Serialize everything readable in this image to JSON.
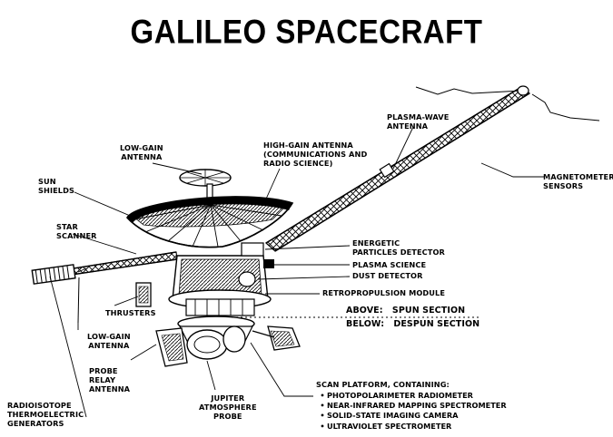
{
  "title": "GALILEO SPACECRAFT",
  "labels": {
    "low_gain_antenna_top": "LOW-GAIN\nANTENNA",
    "high_gain_antenna": "HIGH-GAIN ANTENNA\n(COMMUNICATIONS AND\nRADIO SCIENCE)",
    "sun_shields": "SUN\nSHIELDS",
    "star_scanner": "STAR\nSCANNER",
    "plasma_wave_antenna": "PLASMA-WAVE\nANTENNA",
    "magnetometer_sensors": "MAGNETOMETER\nSENSORS",
    "energetic_particles_detector": "ENERGETIC\nPARTICLES DETECTOR",
    "plasma_science": "PLASMA SCIENCE",
    "dust_detector": "DUST DETECTOR",
    "retropropulsion_module": "RETROPROPULSION MODULE",
    "thrusters": "THRUSTERS",
    "above_spun_section": "ABOVE:   SPUN SECTION",
    "below_despun_section": "BELOW:   DESPUN SECTION",
    "low_gain_antenna_bottom": "LOW-GAIN\nANTENNA",
    "probe_relay_antenna": "PROBE\nRELAY\nANTENNA",
    "jupiter_atmosphere_probe": "JUPITER\nATMOSPHERE\nPROBE",
    "radioisotope_generators": "RADIOISOTOPE\nTHERMOELECTRIC\nGENERATORS",
    "scan_platform_heading": "SCAN PLATFORM, CONTAINING:",
    "scan_platform_items": [
      "PHOTOPOLARIMETER RADIOMETER",
      "NEAR-INFRARED MAPPING SPECTROMETER",
      "SOLID-STATE IMAGING CAMERA",
      "ULTRAVIOLET SPECTROMETER"
    ]
  }
}
